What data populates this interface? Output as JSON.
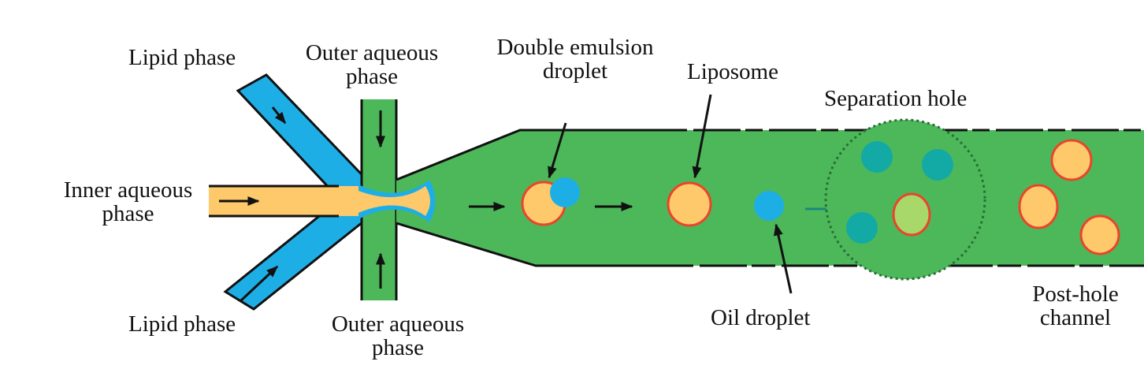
{
  "labels": {
    "lipid_top": "Lipid phase",
    "lipid_bottom": "Lipid phase",
    "outer_top_line1": "Outer aqueous",
    "outer_top_line2": "phase",
    "outer_bottom_line1": "Outer aqueous",
    "outer_bottom_line2": "phase",
    "inner_line1": "Inner aqueous",
    "inner_line2": "phase",
    "double_line1": "Double emulsion",
    "double_line2": "droplet",
    "liposome": "Liposome",
    "separation_hole": "Separation hole",
    "oil_droplet": "Oil droplet",
    "posthole_line1": "Post-hole",
    "posthole_line2": "channel"
  },
  "colors": {
    "outer_aqueous": "#4db85a",
    "lipid": "#1eaee6",
    "inner_aqueous": "#fdc96a",
    "liposome_border": "#e8452c",
    "oil_in_hole": "#13a9a4",
    "outline": "#111111"
  }
}
